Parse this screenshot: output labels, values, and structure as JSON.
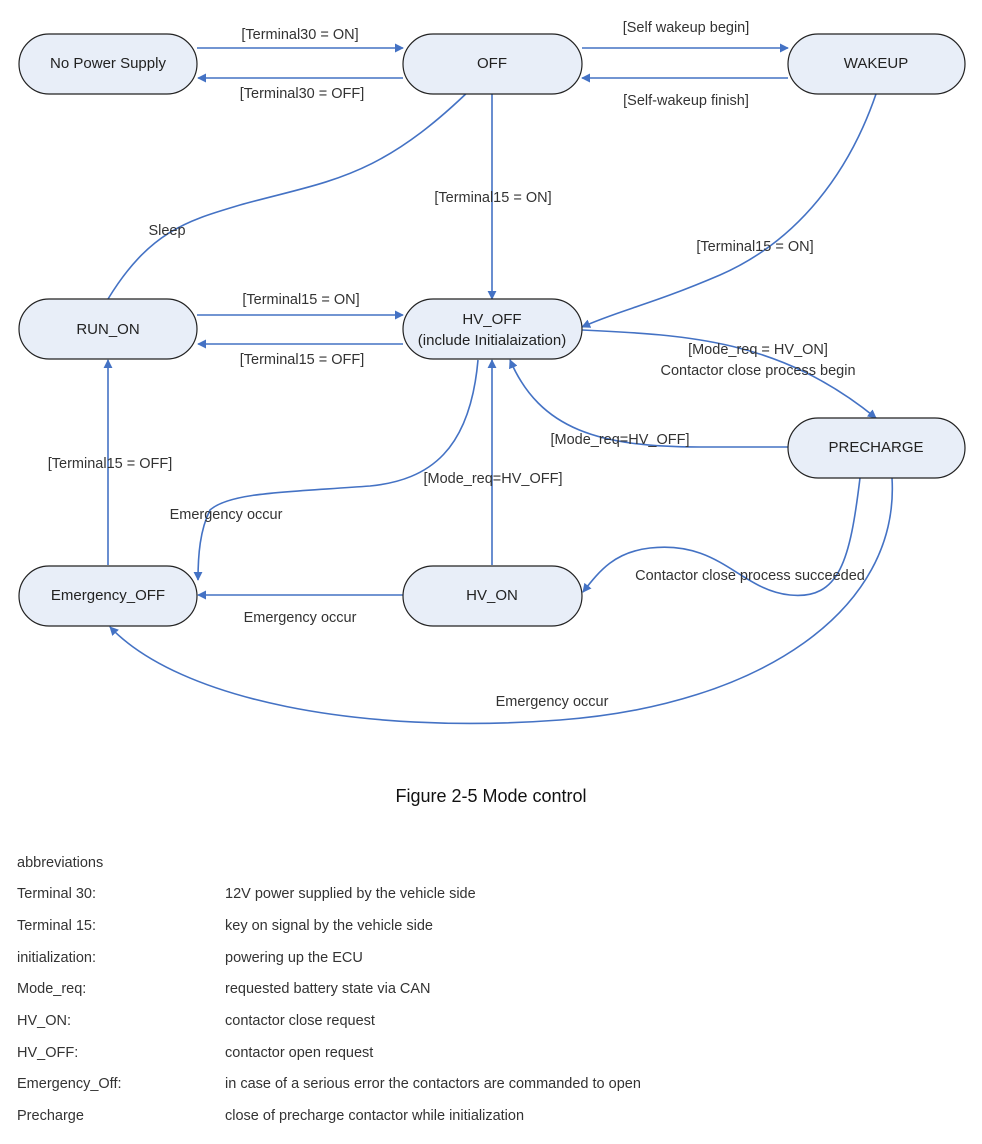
{
  "states": {
    "no_power_supply": "No Power Supply",
    "off": "OFF",
    "wakeup": "WAKEUP",
    "run_on": "RUN_ON",
    "hv_off_line1": "HV_OFF",
    "hv_off_line2": "(include Initialaization)",
    "precharge": "PRECHARGE",
    "emergency_off": "Emergency_OFF",
    "hv_on": "HV_ON"
  },
  "transitions": {
    "t30_on": "[Terminal30 = ON]",
    "t30_off": "[Terminal30 = OFF]",
    "self_wakeup_begin": "[Self wakeup begin]",
    "self_wakeup_finish": "[Self-wakeup finish]",
    "t15_on_off_to_hvoff": "[Terminal15 = ON]",
    "sleep": "Sleep",
    "t15_on_wakeup_to_hvoff": "[Terminal15 = ON]",
    "t15_on_runon_to_hvoff": "[Terminal15 = ON]",
    "t15_off_hvoff_to_runon": "[Terminal15 = OFF]",
    "mode_req_hv_on_line1": "[Mode_req = HV_ON]",
    "mode_req_hv_on_line2": "Contactor close process begin",
    "mode_req_hv_off_precharge": "[Mode_req=HV_OFF]",
    "t15_off_emoff_to_runon": "[Terminal15 = OFF]",
    "mode_req_hv_off_hvon": "[Mode_req=HV_OFF]",
    "emergency_hvoff": "Emergency occur",
    "contactor_succeeded": "Contactor close process succeeded",
    "emergency_hvon": "Emergency occur",
    "emergency_precharge": "Emergency occur"
  },
  "caption": "Figure  2-5 Mode control",
  "abbreviations": {
    "title": "abbreviations",
    "items": [
      {
        "term": "Terminal 30:",
        "definition": "12V power supplied by the vehicle side"
      },
      {
        "term": "Terminal 15:",
        "definition": "key on signal by the vehicle side"
      },
      {
        "term": "initialization:",
        "definition": "powering up the ECU"
      },
      {
        "term": "Mode_req:",
        "definition": "requested battery state via CAN"
      },
      {
        "term": "HV_ON:",
        "definition": "contactor close request"
      },
      {
        "term": "HV_OFF:",
        "definition": "contactor open request"
      },
      {
        "term": "Emergency_Off:",
        "definition": "in case of a serious error the contactors are commanded to open"
      },
      {
        "term": "Precharge",
        "definition": "close of precharge contactor while initialization"
      }
    ]
  },
  "colors": {
    "edge": "#4472c4",
    "state_fill": "#e8eef8"
  }
}
